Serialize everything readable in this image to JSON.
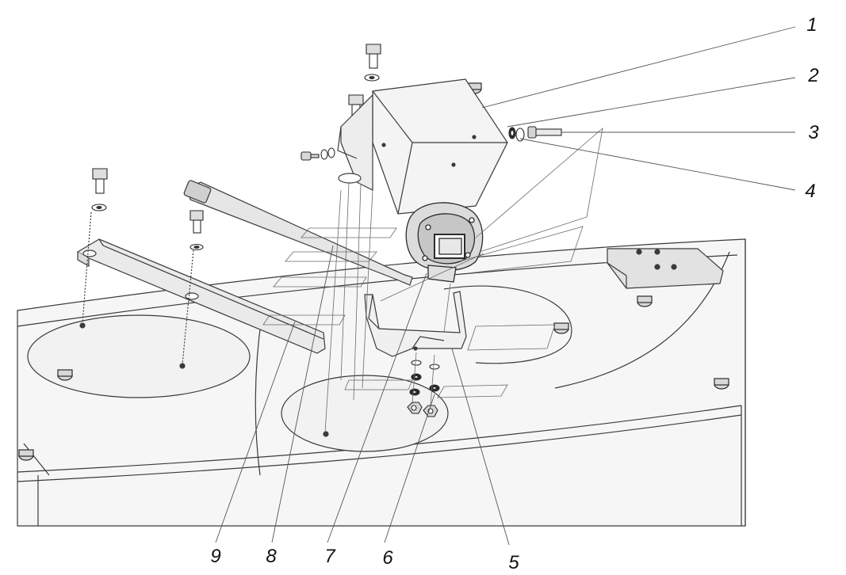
{
  "colors": {
    "background": "#ffffff",
    "line": "#3a3a3a",
    "fill": "#ececec",
    "light": "#f6f6f6",
    "dark": "#2b2b2b"
  },
  "callouts": [
    {
      "id": "1",
      "label": "1"
    },
    {
      "id": "2",
      "label": "2"
    },
    {
      "id": "3",
      "label": "3"
    },
    {
      "id": "4",
      "label": "4"
    },
    {
      "id": "5",
      "label": "5"
    },
    {
      "id": "6",
      "label": "6"
    },
    {
      "id": "7",
      "label": "7"
    },
    {
      "id": "8",
      "label": "8"
    },
    {
      "id": "9",
      "label": "9"
    }
  ]
}
